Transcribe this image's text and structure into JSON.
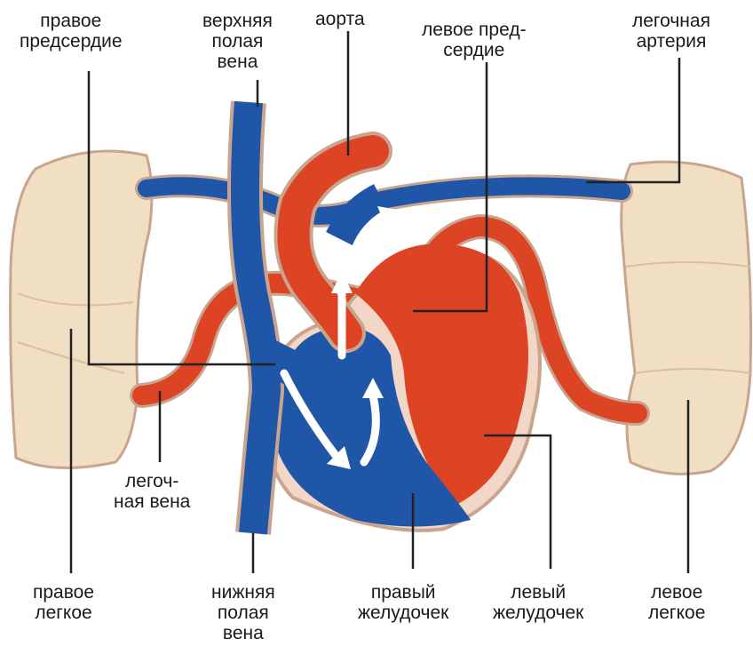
{
  "labels": {
    "right_atrium": [
      "правое",
      "предсердие"
    ],
    "superior_vena_cava": [
      "верхняя",
      "полая",
      "вена"
    ],
    "aorta": [
      "аорта"
    ],
    "left_atrium": [
      "левое пред-",
      "сердие"
    ],
    "pulmonary_artery": [
      "легочная",
      "артерия"
    ],
    "pulmonary_vein": [
      "легоч-",
      "ная вена"
    ],
    "right_lung": [
      "правое",
      "легкое"
    ],
    "inferior_vena_cava": [
      "нижняя",
      "полая",
      "вена"
    ],
    "right_ventricle": [
      "правый",
      "желудочек"
    ],
    "left_ventricle": [
      "левый",
      "желудочек"
    ],
    "left_lung": [
      "левое",
      "легкое"
    ]
  },
  "colors": {
    "venous_blue": "#1f56a8",
    "arterial_red": "#dc4424",
    "lung_beige": "#f1dfc3",
    "outline": "#c9a58f"
  }
}
